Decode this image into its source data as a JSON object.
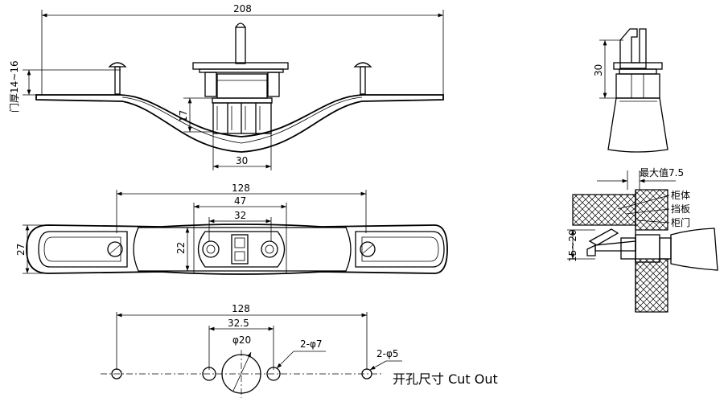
{
  "front_view": {
    "dim_total_width": "208",
    "dim_door_thickness": "门厚14~16",
    "dim_height": "17",
    "dim_knob_width": "30"
  },
  "side_view": {
    "dim_height": "30"
  },
  "top_view": {
    "dim_total_length": "128",
    "dim_plate_length": "47",
    "dim_hole_pitch": "32",
    "dim_plate_height": "22",
    "dim_total_width": "27"
  },
  "cutout_view": {
    "dim_total": "128",
    "dim_pitch": "32.5",
    "dim_center_hole": "φ20",
    "dim_side_holes": "2-φ7",
    "dim_end_holes": "2-φ5",
    "title": "开孔尺寸 Cut Out"
  },
  "install_view": {
    "dim_max": "最大值7.5",
    "label_cabinet": "柜体",
    "label_stop": "挡板",
    "label_door": "柜门",
    "dim_range": "15~20"
  }
}
